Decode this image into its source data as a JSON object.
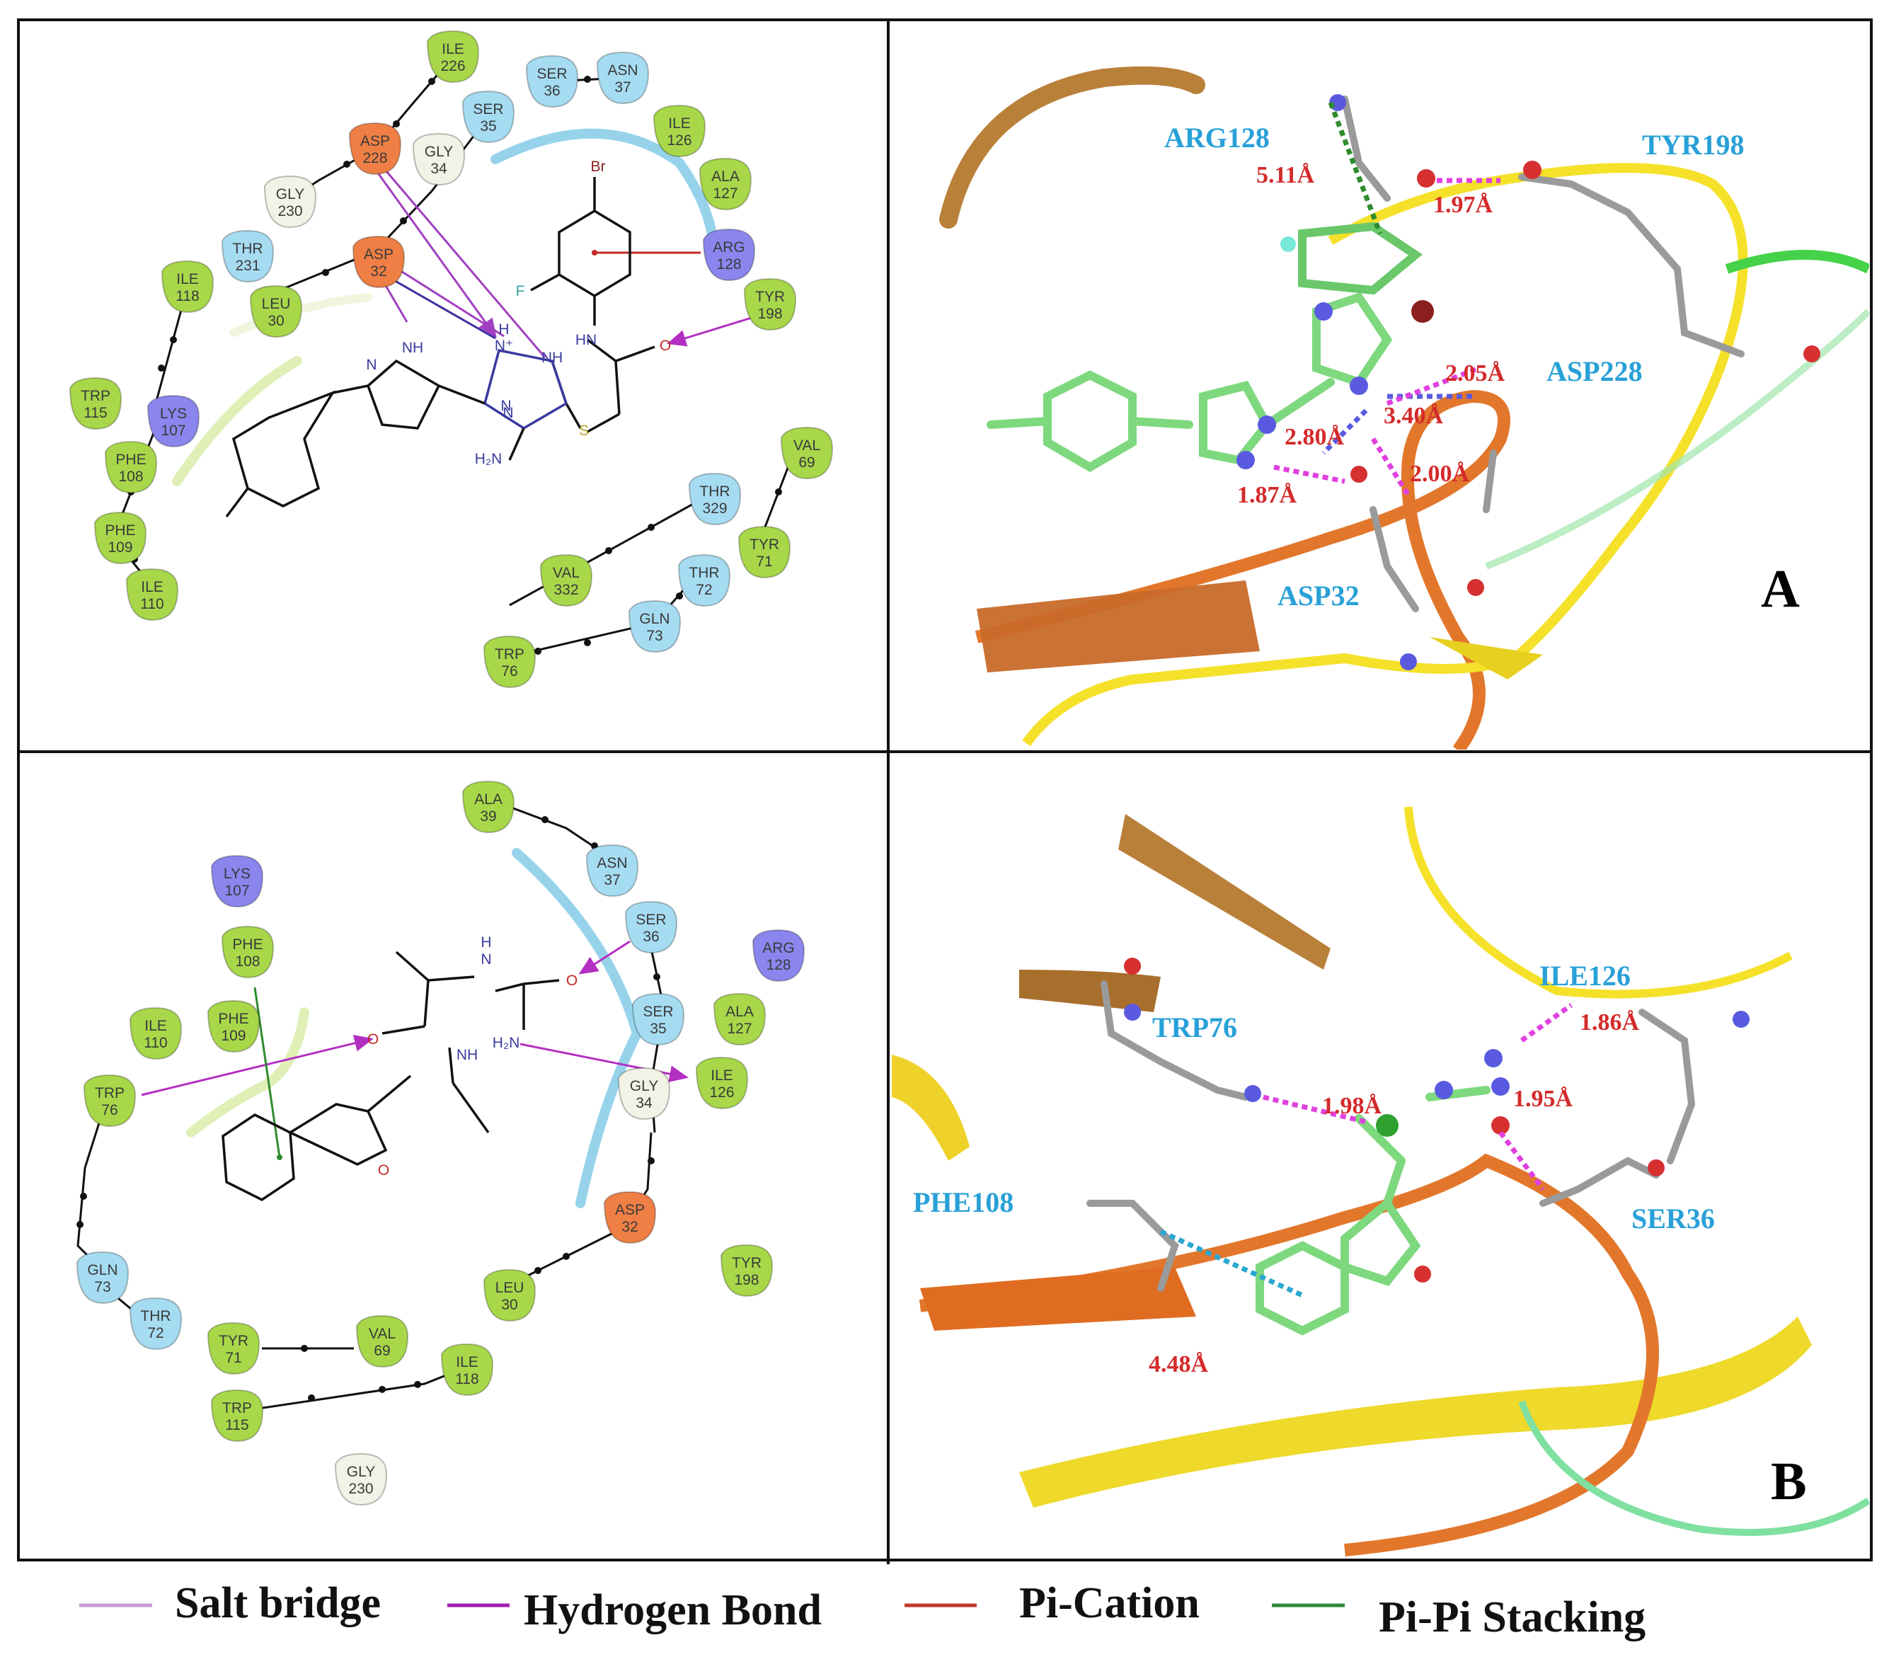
{
  "colors": {
    "hydrophobic": "#a8d84a",
    "polar": "#a6dcf2",
    "negative": "#ef7f45",
    "positive": "#8a86ee",
    "glycine": "#f3f2e6",
    "salt_bridge": "#c77fc4",
    "hbond": "#b32fc2",
    "pi_cation": "#c62828",
    "pi_pi": "#2f8f2f",
    "label3d": "#28a0d8",
    "distance": "#d42a2a"
  },
  "panelA": {
    "letter": "A",
    "residues": [
      {
        "code": "ILE",
        "num": "226",
        "type": "hydrophobic"
      },
      {
        "code": "SER",
        "num": "36",
        "type": "polar"
      },
      {
        "code": "ASN",
        "num": "37",
        "type": "polar"
      },
      {
        "code": "SER",
        "num": "35",
        "type": "polar"
      },
      {
        "code": "ASP",
        "num": "228",
        "type": "negative"
      },
      {
        "code": "GLY",
        "num": "34",
        "type": "glycine"
      },
      {
        "code": "ILE",
        "num": "126",
        "type": "hydrophobic"
      },
      {
        "code": "ALA",
        "num": "127",
        "type": "hydrophobic"
      },
      {
        "code": "GLY",
        "num": "230",
        "type": "glycine"
      },
      {
        "code": "THR",
        "num": "231",
        "type": "polar"
      },
      {
        "code": "ASP",
        "num": "32",
        "type": "negative"
      },
      {
        "code": "ARG",
        "num": "128",
        "type": "positive"
      },
      {
        "code": "ILE",
        "num": "118",
        "type": "hydrophobic"
      },
      {
        "code": "LEU",
        "num": "30",
        "type": "hydrophobic"
      },
      {
        "code": "TYR",
        "num": "198",
        "type": "hydrophobic"
      },
      {
        "code": "TRP",
        "num": "115",
        "type": "hydrophobic"
      },
      {
        "code": "LYS",
        "num": "107",
        "type": "positive"
      },
      {
        "code": "PHE",
        "num": "108",
        "type": "hydrophobic"
      },
      {
        "code": "PHE",
        "num": "109",
        "type": "hydrophobic"
      },
      {
        "code": "ILE",
        "num": "110",
        "type": "hydrophobic"
      },
      {
        "code": "VAL",
        "num": "69",
        "type": "hydrophobic"
      },
      {
        "code": "THR",
        "num": "329",
        "type": "polar"
      },
      {
        "code": "TYR",
        "num": "71",
        "type": "hydrophobic"
      },
      {
        "code": "VAL",
        "num": "332",
        "type": "hydrophobic"
      },
      {
        "code": "THR",
        "num": "72",
        "type": "polar"
      },
      {
        "code": "GLN",
        "num": "73",
        "type": "polar"
      },
      {
        "code": "TRP",
        "num": "76",
        "type": "hydrophobic"
      }
    ],
    "atoms": [
      "Br",
      "F",
      "HN",
      "O",
      "N",
      "NH",
      "H",
      "N⁺",
      "N",
      "NH",
      "N",
      "H₂N",
      "S"
    ],
    "labels3d": [
      "ARG128",
      "TYR198",
      "ASP228",
      "ASP32"
    ],
    "distances": [
      "5.11Å",
      "1.97Å",
      "2.05Å",
      "3.40Å",
      "2.80Å",
      "2.00Å",
      "1.87Å"
    ]
  },
  "panelB": {
    "letter": "B",
    "residues": [
      {
        "code": "ALA",
        "num": "39",
        "type": "hydrophobic"
      },
      {
        "code": "ASN",
        "num": "37",
        "type": "polar"
      },
      {
        "code": "LYS",
        "num": "107",
        "type": "positive"
      },
      {
        "code": "SER",
        "num": "36",
        "type": "polar"
      },
      {
        "code": "ARG",
        "num": "128",
        "type": "positive"
      },
      {
        "code": "PHE",
        "num": "108",
        "type": "hydrophobic"
      },
      {
        "code": "SER",
        "num": "35",
        "type": "polar"
      },
      {
        "code": "ALA",
        "num": "127",
        "type": "hydrophobic"
      },
      {
        "code": "PHE",
        "num": "109",
        "type": "hydrophobic"
      },
      {
        "code": "ILE",
        "num": "110",
        "type": "hydrophobic"
      },
      {
        "code": "ILE",
        "num": "126",
        "type": "hydrophobic"
      },
      {
        "code": "TRP",
        "num": "76",
        "type": "hydrophobic"
      },
      {
        "code": "GLY",
        "num": "34",
        "type": "glycine"
      },
      {
        "code": "ASP",
        "num": "32",
        "type": "negative"
      },
      {
        "code": "GLN",
        "num": "73",
        "type": "polar"
      },
      {
        "code": "LEU",
        "num": "30",
        "type": "hydrophobic"
      },
      {
        "code": "TYR",
        "num": "198",
        "type": "hydrophobic"
      },
      {
        "code": "THR",
        "num": "72",
        "type": "polar"
      },
      {
        "code": "TYR",
        "num": "71",
        "type": "hydrophobic"
      },
      {
        "code": "VAL",
        "num": "69",
        "type": "hydrophobic"
      },
      {
        "code": "ILE",
        "num": "118",
        "type": "hydrophobic"
      },
      {
        "code": "TRP",
        "num": "115",
        "type": "hydrophobic"
      },
      {
        "code": "GLY",
        "num": "230",
        "type": "glycine"
      }
    ],
    "atoms": [
      "H",
      "N",
      "O",
      "O",
      "NH",
      "H₂N",
      "O"
    ],
    "labels3d": [
      "TRP76",
      "ILE126",
      "PHE108",
      "SER36"
    ],
    "distances": [
      "1.86Å",
      "1.98Å",
      "1.95Å",
      "4.48Å"
    ]
  },
  "legend": [
    {
      "label": "Salt bridge",
      "color": "#c99ad8"
    },
    {
      "label": "Hydrogen Bond",
      "color": "#a21caf"
    },
    {
      "label": "Pi-Cation",
      "color": "#c0392b"
    },
    {
      "label": "Pi-Pi Stacking",
      "color": "#2e8b3a"
    }
  ]
}
